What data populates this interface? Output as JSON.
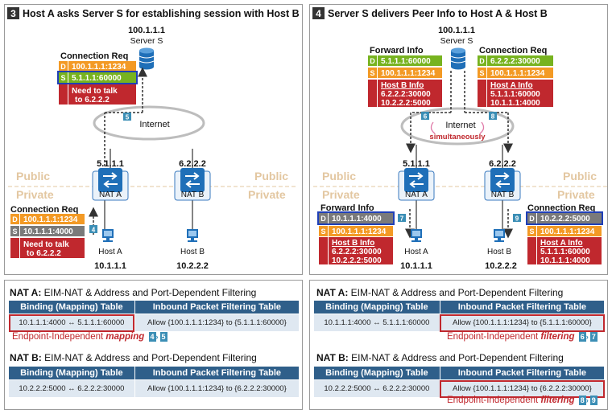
{
  "left": {
    "step": "3",
    "title": "Host A asks Server S for establishing session with Host B",
    "server_ip": "100.1.1.1",
    "server_label": "Server S",
    "internet": "Internet",
    "public": "Public",
    "private": "Private",
    "nat_a_ip": "5.1.1.1",
    "nat_b_ip": "6.2.2.2",
    "nat_a": "NAT A",
    "nat_b": "NAT B",
    "host_a": "Host A",
    "host_b": "Host B",
    "host_a_ip": "10.1.1.1",
    "host_b_ip": "10.2.2.2",
    "req_public": {
      "title": "Connection Req",
      "d_tag": "D",
      "d_val": "100.1.1.1:1234",
      "s_tag": "S",
      "s_val": "5.1.1.1:60000",
      "msg1": "Need to talk",
      "msg2": "to 6.2.2.2"
    },
    "req_private": {
      "title": "Connection Req",
      "d_tag": "D",
      "d_val": "100.1.1.1:1234",
      "s_tag": "S",
      "s_val": "10.1.1.1:4000",
      "msg1": "Need to talk",
      "msg2": "to 6.2.2.2"
    },
    "step4": "4",
    "step5": "5"
  },
  "right": {
    "step": "4",
    "title": "Server S delivers Peer Info to Host A & Host B",
    "server_ip": "100.1.1.1",
    "server_label": "Server S",
    "internet": "Internet",
    "simultaneously": "simultaneously",
    "public": "Public",
    "private": "Private",
    "nat_a_ip": "5.1.1.1",
    "nat_b_ip": "6.2.2.2",
    "nat_a": "NAT A",
    "nat_b": "NAT B",
    "host_a": "Host A",
    "host_b": "Host B",
    "host_a_ip": "10.1.1.1",
    "host_b_ip": "10.2.2.2",
    "fwd_public": {
      "title": "Forward Info",
      "d_tag": "D",
      "d_val": "5.1.1.1:60000",
      "s_tag": "S",
      "s_val": "100.1.1.1:1234",
      "info": "Host B Info",
      "l1": "6.2.2.2:30000",
      "l2": "10.2.2.2:5000"
    },
    "conn_public": {
      "title": "Connection Req",
      "d_tag": "D",
      "d_val": "6.2.2.2:30000",
      "s_tag": "S",
      "s_val": "100.1.1.1:1234",
      "info": "Host A Info",
      "l1": "5.1.1.1:60000",
      "l2": "10.1.1.1:4000"
    },
    "fwd_private": {
      "title": "Forward Info",
      "d_tag": "D",
      "d_val": "10.1.1.1:4000",
      "s_tag": "S",
      "s_val": "100.1.1.1:1234",
      "info": "Host B Info",
      "l1": "6.2.2.2:30000",
      "l2": "10.2.2.2:5000"
    },
    "conn_private": {
      "title": "Connection Req",
      "d_tag": "D",
      "d_val": "10.2.2.2:5000",
      "s_tag": "S",
      "s_val": "100.1.1.1:1234",
      "info": "Host A Info",
      "l1": "5.1.1.1:60000",
      "l2": "10.1.1.1:4000"
    },
    "step6": "6",
    "step7": "7",
    "step8": "8",
    "step9": "9"
  },
  "tables": {
    "nat_a_label": "NAT A:",
    "nat_b_label": "NAT B:",
    "policy": "EIM-NAT & Address and Port-Dependent Filtering",
    "col_binding": "Binding (Mapping) Table",
    "col_filter": "Inbound Packet Filtering Table",
    "a_binding": "10.1.1.1:4000 ↔ 5.1.1.1:60000",
    "a_filter": "Allow {100.1.1.1:1234} to {5.1.1.1:60000}",
    "b_binding": "10.2.2.2:5000 ↔ 6.2.2.2:30000",
    "b_filter": "Allow {100.1.1.1:1234} to {6.2.2.2:30000}",
    "note_prefix": "Endpoint-Independent ",
    "note_mapping": "mapping",
    "note_filtering": "filtering",
    "s4": "4",
    "s5": "5",
    "s6": "6",
    "s7": "7",
    "s8": "8",
    "s9": "9"
  },
  "colors": {
    "panel_head": "#333333",
    "nat_blue": "#2f5f8a",
    "orange": "#f39a25",
    "green": "#77b31f",
    "gray": "#7a7a7a",
    "red": "#c0282e",
    "step_blue": "#3b8eb5",
    "tan": "#e3c7a1"
  }
}
